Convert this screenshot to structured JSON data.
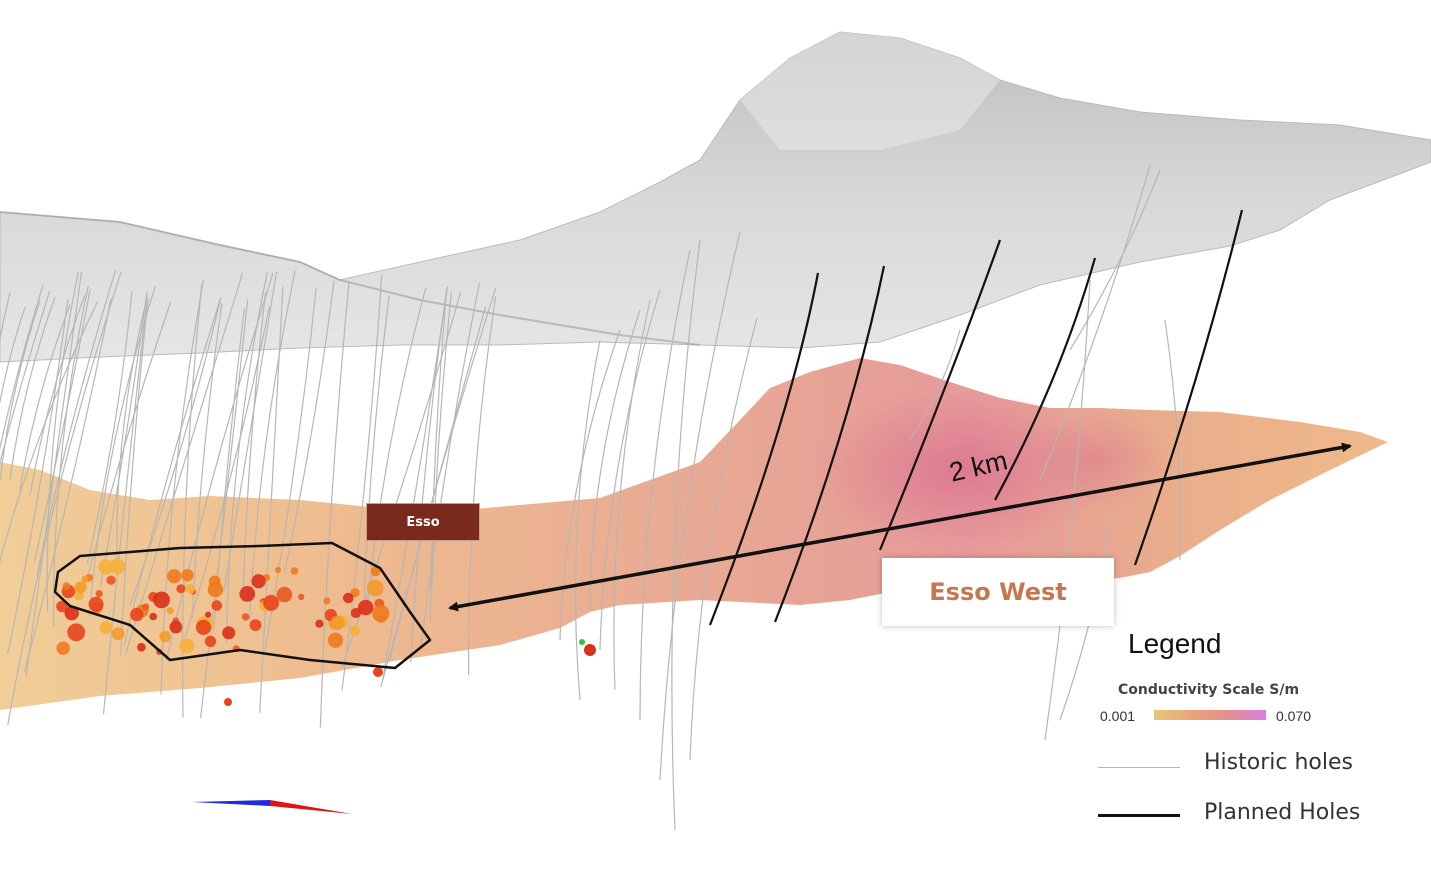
{
  "labels": {
    "deposit": "Esso",
    "target": "Esso West",
    "distance": "2 km"
  },
  "legend": {
    "title": "Legend",
    "scale_title": "Conductivity Scale S/m",
    "scale_min": "0.001",
    "scale_max": "0.070",
    "historic": "Historic holes",
    "planned": "Planned Holes"
  },
  "colors": {
    "terrain": "#cfcfcf",
    "deposit_label_bg": "#7a2a1a",
    "target_text": "#c7764f",
    "historic_hole": "#b6b6b6",
    "planned_hole": "#111111",
    "north_arrow_west": "#1d2bdc",
    "north_arrow_east": "#e01414"
  }
}
